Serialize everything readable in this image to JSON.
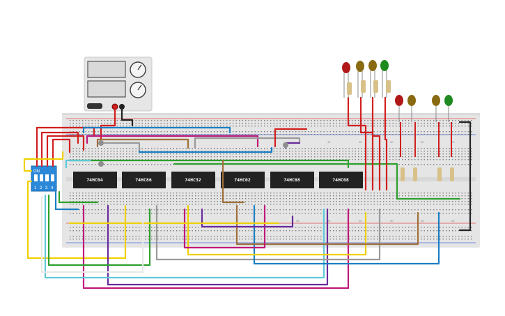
{
  "power_supply": {
    "ports": [
      "red-terminal",
      "black-terminal"
    ]
  },
  "dip_switch": {
    "on_label": "ON",
    "numbers": [
      "1",
      "2",
      "3",
      "4"
    ],
    "color": "#2b88d8"
  },
  "chips": [
    {
      "id": "chip-1",
      "label": "74HC04"
    },
    {
      "id": "chip-2",
      "label": "74HC86"
    },
    {
      "id": "chip-3",
      "label": "74HC32"
    },
    {
      "id": "chip-4",
      "label": "74HC02"
    },
    {
      "id": "chip-5",
      "label": "74HC08"
    },
    {
      "id": "chip-6",
      "label": "74HC08"
    }
  ],
  "breadboard_numbers": {
    "top": [
      "40",
      "45",
      "50",
      "55",
      "60"
    ],
    "bottom": [
      "35",
      "40",
      "45",
      "50",
      "55",
      "60"
    ]
  },
  "leds_top_group": [
    "#b01818",
    "#8a6a10",
    "#8a6a10",
    "#1f8a1f"
  ],
  "leds_right_group": [
    "#b01818",
    "#8a6a10",
    "#8a6a10",
    "#1f8a1f"
  ],
  "wire_colors": {
    "red": "#d11f1f",
    "black": "#222222",
    "blue": "#1a7fc4",
    "green": "#2ea02e",
    "yellow": "#f0d000",
    "magenta": "#c0187a",
    "brown": "#a0703a",
    "gray": "#9a9a9a",
    "purple": "#6a2a9a",
    "cyan": "#5fc8d8",
    "white": "#e8e8e8"
  }
}
